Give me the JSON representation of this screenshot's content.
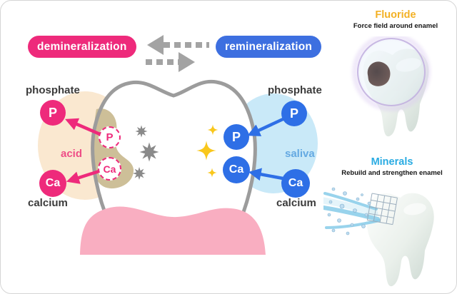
{
  "labels": {
    "demineralization": "demineralization",
    "remineralization": "remineralization",
    "phosphate_left": "phosphate",
    "acid": "acid",
    "calcium_left": "calcium",
    "phosphate_right": "phosphate",
    "saliva": "saliva",
    "calcium_right": "calcium"
  },
  "symbols": {
    "p": "P",
    "ca": "Ca"
  },
  "panel": {
    "fluoride_title": "Fluoride",
    "fluoride_subtitle": "Force field around enamel",
    "minerals_title": "Minerals",
    "minerals_subtitle": "Rebuild and strengthen enamel"
  },
  "icons": [
    "dashed-arrow-left",
    "dashed-arrow-right",
    "bacteria-burst",
    "sparkle",
    "force-field-circle",
    "cavity-spot",
    "mineral-swoosh",
    "mineral-mesh"
  ],
  "colors": {
    "demin_pink": "#EE2A7B",
    "remin_blue": "#3D6FE0",
    "ion_blue": "#2E6FE6",
    "acid_text": "#EE4D86",
    "saliva_text": "#64A9E2",
    "fluoride_gold": "#F3B125",
    "minerals_cyan": "#29ABE2",
    "acid_blob": "#FAE8D0",
    "decay_blob": "#CDBF98",
    "saliva_blob": "#C9E9F8",
    "gum_pink": "#F9AEC1",
    "tooth_outline_gray": "#9C9C9C",
    "bacteria_gray": "#8A8A8A",
    "sparkle_yellow": "#F9C71C"
  }
}
